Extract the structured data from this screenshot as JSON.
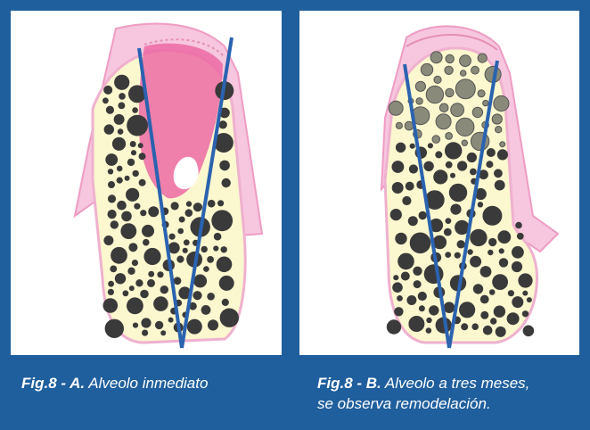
{
  "panels": [
    {
      "figure_label": "Fig.8 - A.",
      "caption": "Alveolo inmediato"
    },
    {
      "figure_label": "Fig.8 - B.",
      "caption_line1": "Alveolo a tres meses,",
      "caption_line2": "se observa remodelación."
    }
  ],
  "colors": {
    "frame_blue": "#1f5f9d",
    "gum_pink": "#f6c7de",
    "bone_cream": "#fbf7cf",
    "socket_pink": "#ec6aa4",
    "trabecula_dark": "#3a3a3a",
    "guide_line_blue": "#2a63b0"
  }
}
